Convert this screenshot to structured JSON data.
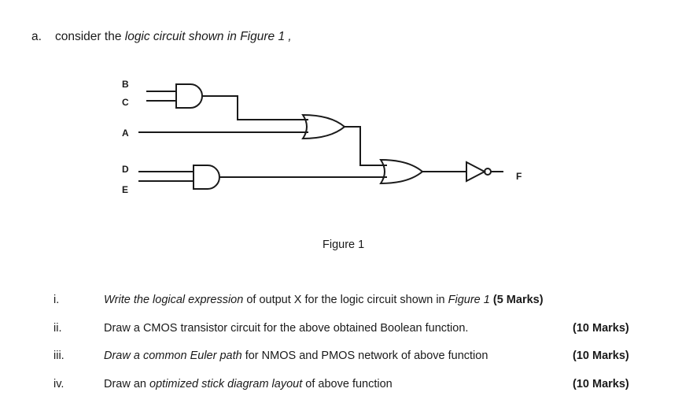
{
  "question": {
    "letter": "a.",
    "intro": "consider the ",
    "intro_italic": "logic circuit  shown in Figure 1 ,"
  },
  "figure": {
    "inputs": [
      "B",
      "C",
      "A",
      "D",
      "E"
    ],
    "output": "F",
    "caption": "Figure 1"
  },
  "items": [
    {
      "num": "i.",
      "parts": {
        "a": "Write the ",
        "b": "logical expression",
        "c": " of output X for the logic circuit shown in ",
        "d": "Figure 1"
      },
      "marks": "(5 Marks)"
    },
    {
      "num": "ii.",
      "parts": {
        "a": "Draw a CMOS transistor circuit for the above obtained Boolean function."
      },
      "marks": "(10 Marks)"
    },
    {
      "num": "iii.",
      "parts": {
        "a": "Draw a common Euler path",
        "b": " for NMOS and PMOS network of above function"
      },
      "marks": "(10 Marks)"
    },
    {
      "num": "iv.",
      "parts": {
        "a": "Draw an ",
        "b": "optimized stick diagram layout",
        "c": " of above function"
      },
      "marks": "(10 Marks)"
    }
  ]
}
